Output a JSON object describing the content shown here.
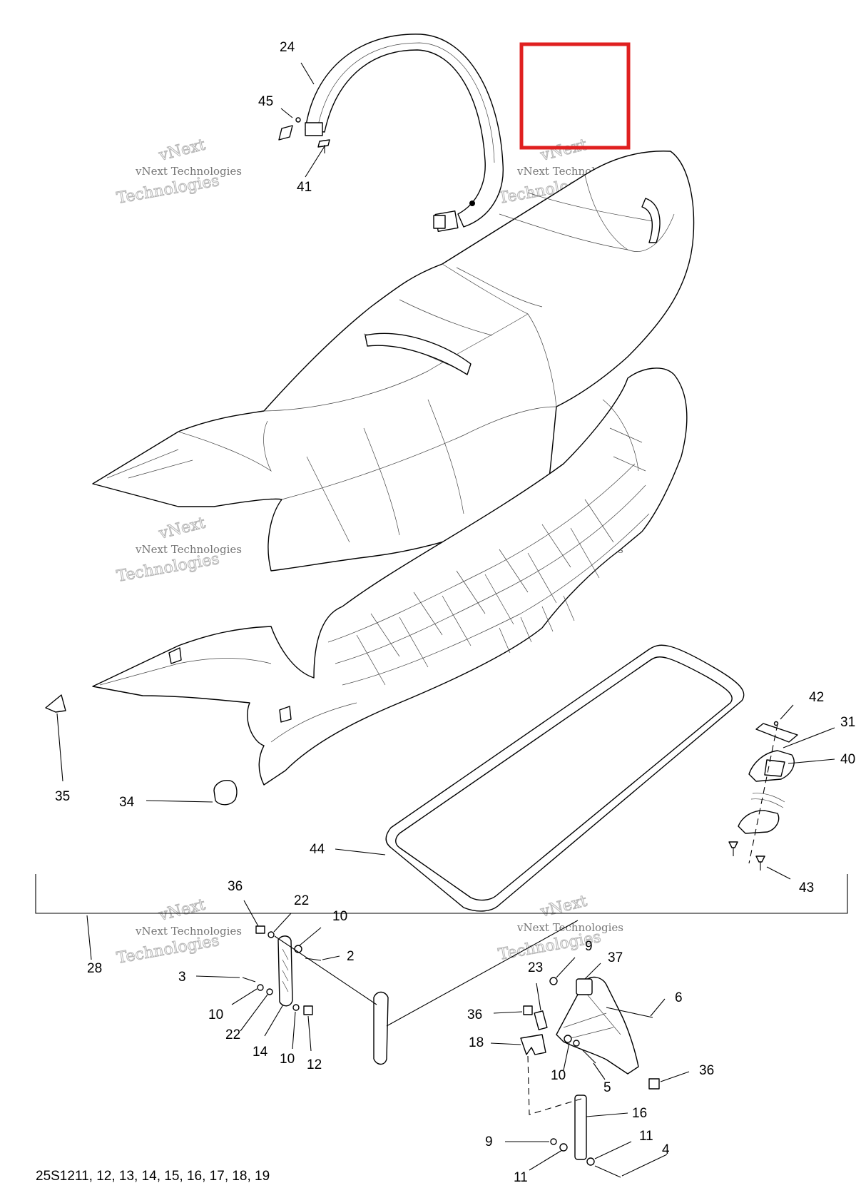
{
  "diagram": {
    "callouts": [
      {
        "id": "c24",
        "text": "24"
      },
      {
        "id": "c45",
        "text": "45"
      },
      {
        "id": "c41",
        "text": "41"
      },
      {
        "id": "c35",
        "text": "35"
      },
      {
        "id": "c34",
        "text": "34"
      },
      {
        "id": "c42",
        "text": "42"
      },
      {
        "id": "c31",
        "text": "31"
      },
      {
        "id": "c40",
        "text": "40"
      },
      {
        "id": "c44",
        "text": "44"
      },
      {
        "id": "c43",
        "text": "43"
      },
      {
        "id": "c28",
        "text": "28"
      },
      {
        "id": "c36a",
        "text": "36"
      },
      {
        "id": "c22a",
        "text": "22"
      },
      {
        "id": "c10a",
        "text": "10"
      },
      {
        "id": "c2",
        "text": "2"
      },
      {
        "id": "c3",
        "text": "3"
      },
      {
        "id": "c10b",
        "text": "10"
      },
      {
        "id": "c22b",
        "text": "22"
      },
      {
        "id": "c14",
        "text": "14"
      },
      {
        "id": "c10c",
        "text": "10"
      },
      {
        "id": "c12",
        "text": "12"
      },
      {
        "id": "c9a",
        "text": "9"
      },
      {
        "id": "c37",
        "text": "37"
      },
      {
        "id": "c23",
        "text": "23"
      },
      {
        "id": "c6",
        "text": "6"
      },
      {
        "id": "c36b",
        "text": "36"
      },
      {
        "id": "c18",
        "text": "18"
      },
      {
        "id": "c10d",
        "text": "10"
      },
      {
        "id": "c5",
        "text": "5"
      },
      {
        "id": "c36c",
        "text": "36"
      },
      {
        "id": "c16",
        "text": "16"
      },
      {
        "id": "c9b",
        "text": "9"
      },
      {
        "id": "c11a",
        "text": "11"
      },
      {
        "id": "c4",
        "text": "4"
      },
      {
        "id": "c11b",
        "text": "11"
      }
    ],
    "footer_text": "25S1211, 12, 13, 14, 15, 16, 17, 18, 19",
    "watermark": {
      "line1": "vNext Technologies",
      "line2a": "vNext",
      "line2b": "Technologies"
    },
    "highlight_color": "#e02020"
  }
}
